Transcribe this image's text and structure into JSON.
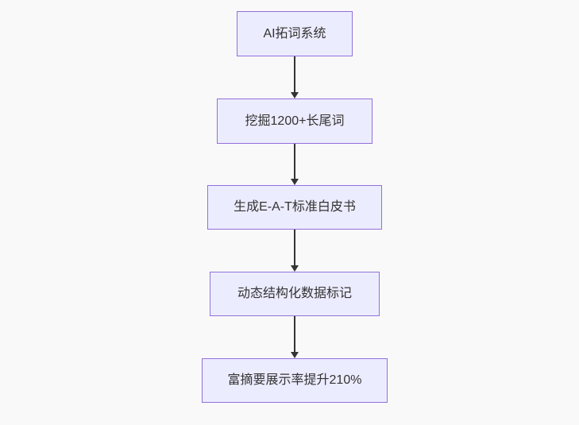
{
  "diagram": {
    "type": "flowchart",
    "direction": "top-down",
    "nodes": [
      {
        "id": "n1",
        "label": "AI拓词系统"
      },
      {
        "id": "n2",
        "label": "挖掘1200+长尾词"
      },
      {
        "id": "n3",
        "label": "生成E-A-T标准白皮书"
      },
      {
        "id": "n4",
        "label": "动态结构化数据标记"
      },
      {
        "id": "n5",
        "label": "富摘要展示率提升210%"
      }
    ],
    "edges": [
      {
        "from": "n1",
        "to": "n2",
        "arrowhead": "triangle-down"
      },
      {
        "from": "n2",
        "to": "n3",
        "arrowhead": "triangle-down"
      },
      {
        "from": "n3",
        "to": "n4",
        "arrowhead": "triangle-down"
      },
      {
        "from": "n4",
        "to": "n5",
        "arrowhead": "triangle-down"
      }
    ],
    "colors": {
      "background": "#f9f9f9",
      "node_fill": "#ECECFF",
      "node_border": "#9370DB",
      "text": "#333333",
      "arrow": "#333333"
    }
  }
}
